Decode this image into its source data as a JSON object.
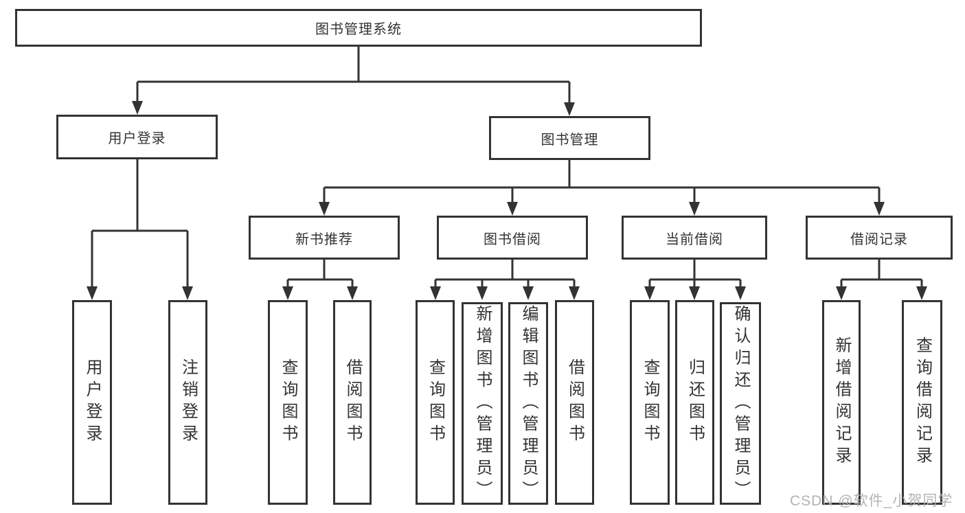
{
  "colors": {
    "line": "#333333",
    "box_fill": "#ffffff",
    "watermark": "#afafaf",
    "background": "#ffffff"
  },
  "watermark": "CSDN @软件_小贺同学",
  "tree": {
    "label": "图书管理系统",
    "children": [
      {
        "label": "用户登录",
        "children": [
          {
            "label": "用户登录"
          },
          {
            "label": "注销登录"
          }
        ]
      },
      {
        "label": "图书管理",
        "children": [
          {
            "label": "新书推荐",
            "children": [
              {
                "label": "查询图书"
              },
              {
                "label": "借阅图书"
              }
            ]
          },
          {
            "label": "图书借阅",
            "children": [
              {
                "label": "查询图书"
              },
              {
                "label": "新增图书（管理员）"
              },
              {
                "label": "编辑图书（管理员）"
              },
              {
                "label": "借阅图书"
              }
            ]
          },
          {
            "label": "当前借阅",
            "children": [
              {
                "label": "查询图书"
              },
              {
                "label": "归还图书"
              },
              {
                "label": "确认归还（管理员）"
              }
            ]
          },
          {
            "label": "借阅记录",
            "children": [
              {
                "label": "新增借阅记录"
              },
              {
                "label": "查询借阅记录"
              }
            ]
          }
        ]
      }
    ]
  }
}
